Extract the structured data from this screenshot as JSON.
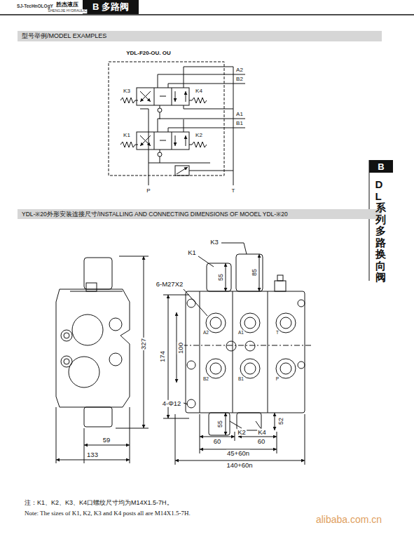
{
  "diagram": {
    "nodes": [
      {
        "text": [
          "B 多路阀"
        ]
      },
      {
        "text": [
          "型号举例/MODEL EXAMPLES"
        ]
      },
      {
        "text": [
          "B"
        ]
      },
      {
        "text": [
          "YDL-※20外形安装连接尺寸/INSTALLING AND CONNECTING DIMENSIONS OF MOOEL YDL-※20"
        ]
      }
    ],
    "labels": [
      "SJ-TecHnOLOgY",
      "胜杰液压",
      "SHENGJIE HYDRAULIC",
      "DL系列多路换向阀",
      "YDL-F20-OU. OU",
      "A2",
      "B2",
      "K3",
      "K4",
      "A1",
      "B1",
      "K1",
      "K2",
      "P",
      "T",
      "327",
      "59",
      "133",
      "K1",
      "K3",
      "6-M27X2",
      "55",
      "85",
      "A2",
      "A1",
      "T",
      "B2",
      "B1",
      "P",
      "174",
      "100",
      "4-Φ12",
      "55",
      "52",
      "K2",
      "K4",
      "60",
      "60",
      "45+60n",
      "140+60n",
      "注：K1、K2、K3、K4口螺纹尺寸均为M14X1.5-7H。",
      "Note: The sizes of K1, K2, K3 and K4 posts all are M14X1.5-7H.",
      "alibaba.com.cn"
    ]
  }
}
